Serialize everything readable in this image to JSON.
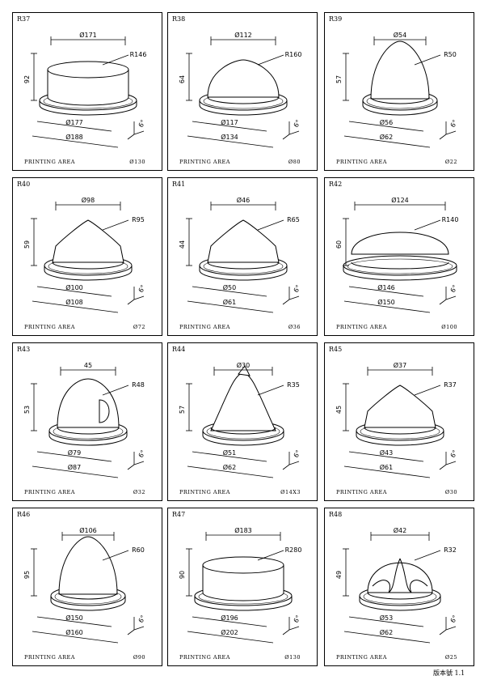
{
  "printing_area_label": "PRINTING AREA",
  "version": "版本號 1.1",
  "pads": [
    {
      "code": "R37",
      "top_dia": "Ø171",
      "radius": "R146",
      "height": "92",
      "base_dia_1": "Ø177",
      "base_dia_2": "Ø188",
      "area_dia": "Ø130",
      "shape": "cylinder",
      "angle": "6°"
    },
    {
      "code": "R38",
      "top_dia": "Ø112",
      "radius": "R160",
      "height": "64",
      "base_dia_1": "Ø117",
      "base_dia_2": "Ø134",
      "area_dia": "Ø80",
      "shape": "lowdome",
      "angle": "6°"
    },
    {
      "code": "R39",
      "top_dia": "Ø54",
      "radius": "R50",
      "height": "57",
      "base_dia_1": "Ø56",
      "base_dia_2": "Ø62",
      "area_dia": "Ø22",
      "shape": "bullet",
      "angle": "6°"
    },
    {
      "code": "R40",
      "top_dia": "Ø98",
      "radius": "R95",
      "height": "59",
      "base_dia_1": "Ø100",
      "base_dia_2": "Ø108",
      "area_dia": "Ø72",
      "shape": "cone",
      "angle": "6°"
    },
    {
      "code": "R41",
      "top_dia": "Ø46",
      "radius": "R65",
      "height": "44",
      "base_dia_1": "Ø50",
      "base_dia_2": "Ø61",
      "area_dia": "Ø36",
      "shape": "cone",
      "angle": "6°"
    },
    {
      "code": "R42",
      "top_dia": "Ø124",
      "radius": "R140",
      "height": "60",
      "base_dia_1": "Ø146",
      "base_dia_2": "Ø150",
      "area_dia": "Ø100",
      "shape": "dome",
      "angle": "6°"
    },
    {
      "code": "R43",
      "top_dia": "45",
      "radius": "R48",
      "height": "53",
      "base_dia_1": "Ø79",
      "base_dia_2": "Ø87",
      "area_dia": "Ø32",
      "shape": "notched",
      "angle": "6°"
    },
    {
      "code": "R44",
      "top_dia": "Ø30",
      "radius": "R35",
      "height": "57",
      "base_dia_1": "Ø51",
      "base_dia_2": "Ø62",
      "area_dia": "Ø14X3",
      "shape": "tallcone",
      "angle": "6°"
    },
    {
      "code": "R45",
      "top_dia": "Ø37",
      "radius": "R37",
      "height": "45",
      "base_dia_1": "Ø43",
      "base_dia_2": "Ø61",
      "area_dia": "Ø30",
      "shape": "cone",
      "angle": "6°"
    },
    {
      "code": "R46",
      "top_dia": "Ø106",
      "radius": "R60",
      "height": "95",
      "base_dia_1": "Ø150",
      "base_dia_2": "Ø160",
      "area_dia": "Ø90",
      "shape": "bullet",
      "angle": "6°"
    },
    {
      "code": "R47",
      "top_dia": "Ø183",
      "radius": "R280",
      "height": "90",
      "base_dia_1": "Ø196",
      "base_dia_2": "Ø202",
      "area_dia": "Ø130",
      "shape": "cylinder",
      "angle": "6°"
    },
    {
      "code": "R48",
      "top_dia": "Ø42",
      "radius": "R32",
      "height": "49",
      "base_dia_1": "Ø53",
      "base_dia_2": "Ø62",
      "area_dia": "Ø25",
      "shape": "lobed",
      "angle": "6°"
    }
  ]
}
